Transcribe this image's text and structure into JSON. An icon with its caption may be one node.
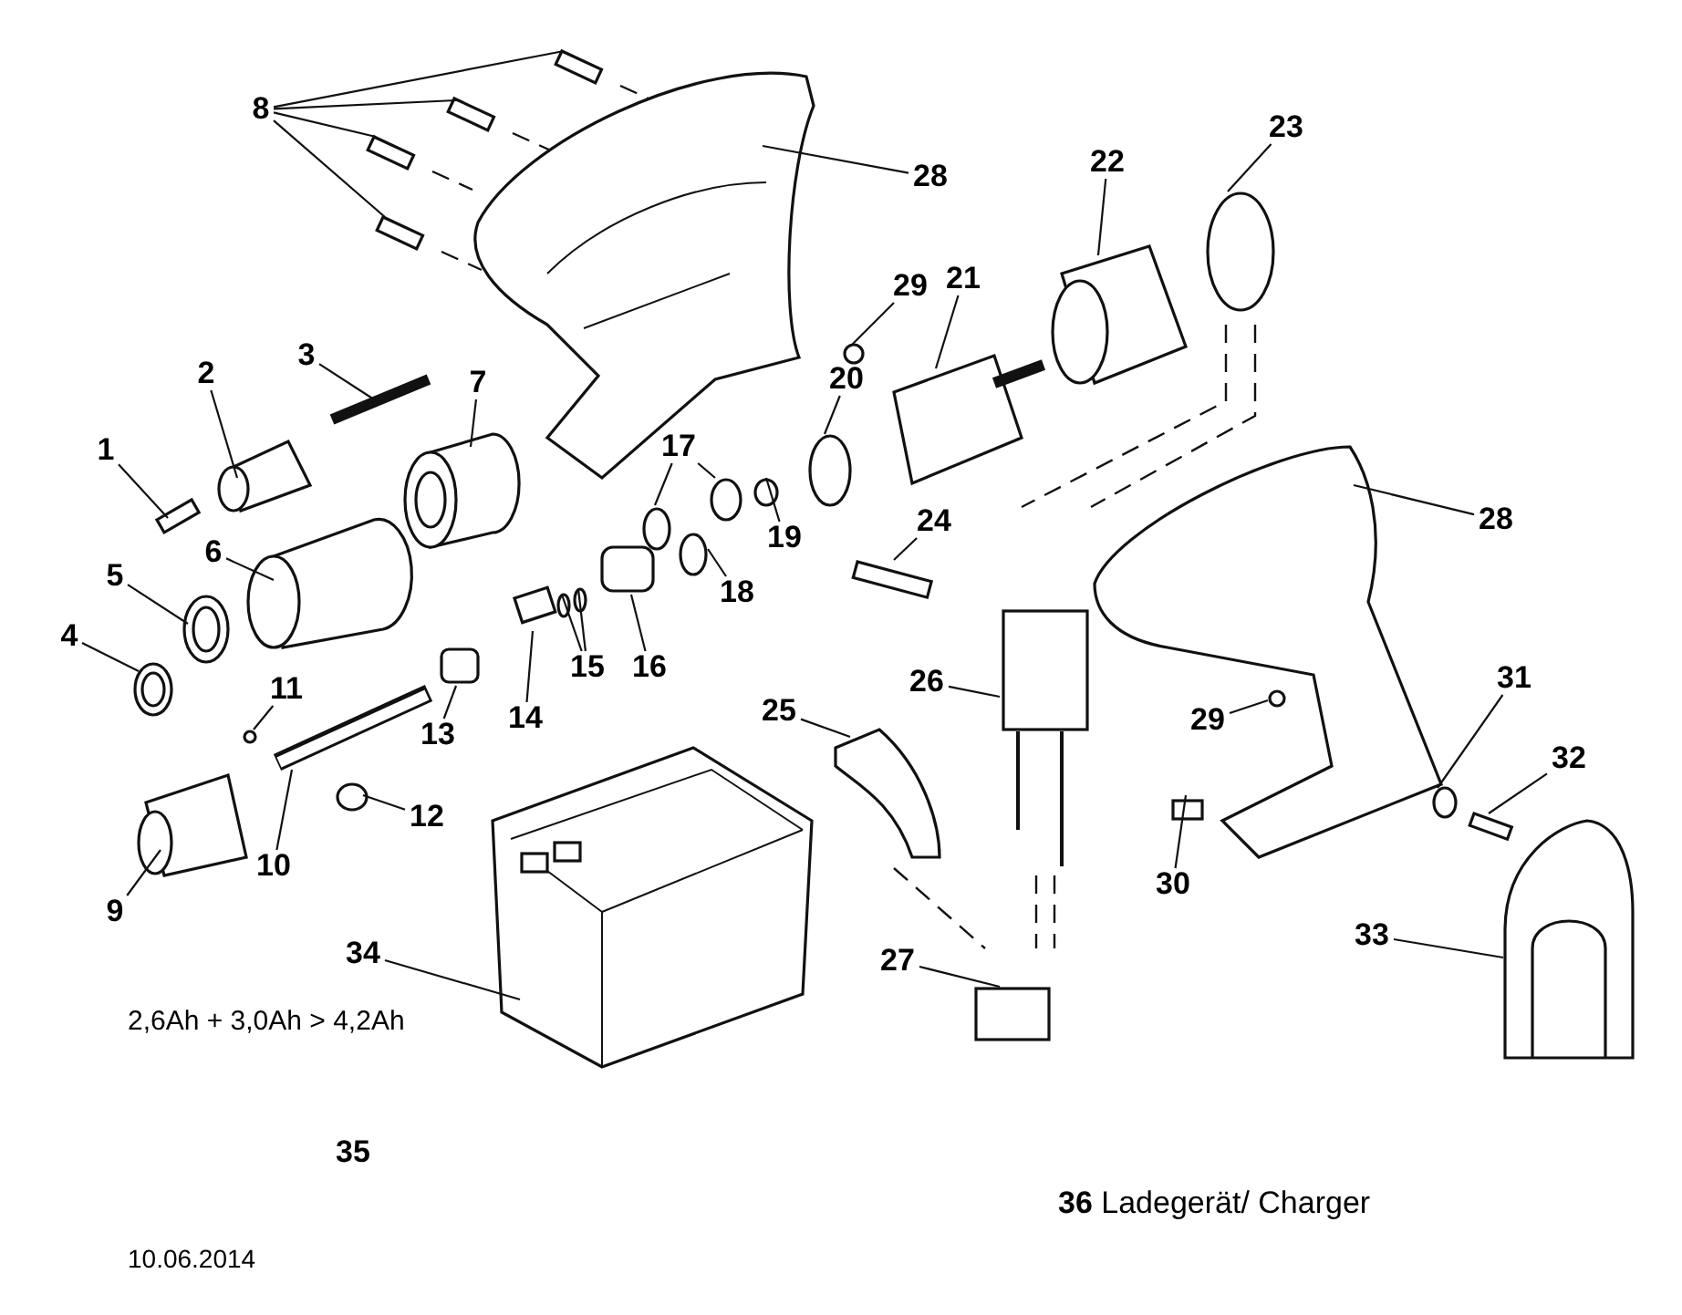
{
  "diagram": {
    "nodes": [
      {
        "text": [
          "1"
        ]
      },
      {
        "text": [
          "2"
        ]
      },
      {
        "text": [
          "3"
        ]
      },
      {
        "text": [
          "7"
        ]
      },
      {
        "text": [
          "8"
        ]
      },
      {
        "text": [
          "6"
        ]
      },
      {
        "text": [
          "5"
        ]
      },
      {
        "text": [
          "4"
        ]
      },
      {
        "text": [
          "11"
        ]
      },
      {
        "text": [
          "13"
        ]
      },
      {
        "text": [
          "14"
        ]
      },
      {
        "text": [
          "15"
        ]
      },
      {
        "text": [
          "16"
        ]
      },
      {
        "text": [
          "17"
        ]
      },
      {
        "text": [
          "18"
        ]
      },
      {
        "text": [
          "19"
        ]
      },
      {
        "text": [
          "20"
        ]
      },
      {
        "text": [
          "29"
        ]
      },
      {
        "text": [
          "21"
        ]
      },
      {
        "text": [
          "22"
        ]
      },
      {
        "text": [
          "23"
        ]
      },
      {
        "text": [
          "28"
        ]
      },
      {
        "text": [
          "24"
        ]
      },
      {
        "text": [
          "28"
        ]
      },
      {
        "text": [
          "26"
        ]
      },
      {
        "text": [
          "25"
        ]
      },
      {
        "text": [
          "29"
        ]
      },
      {
        "text": [
          "31"
        ]
      },
      {
        "text": [
          "32"
        ]
      },
      {
        "text": [
          "30"
        ]
      },
      {
        "text": [
          "12"
        ]
      },
      {
        "text": [
          "10"
        ]
      },
      {
        "text": [
          "9"
        ]
      },
      {
        "text": [
          "33"
        ]
      },
      {
        "text": [
          "27"
        ]
      },
      {
        "text": [
          "34"
        ]
      },
      {
        "text": [],
        "shape": "box"
      },
      {
        "text": [],
        "shape": "cylinder"
      },
      {
        "text": [],
        "shape": "picture"
      },
      {
        "text": [],
        "shape": "cylinder"
      },
      {
        "text": [],
        "shape": "box"
      },
      {
        "text": [],
        "shape": "box"
      },
      {
        "text": [],
        "shape": "box"
      },
      {
        "text": [],
        "shape": "box"
      },
      {
        "text": [],
        "shape": "cylinder"
      },
      {
        "text": [],
        "shape": "circle"
      },
      {
        "text": [],
        "shape": "circle"
      },
      {
        "text": [],
        "shape": "circle"
      },
      {
        "text": [],
        "shape": "box"
      },
      {
        "text": [],
        "shape": "box"
      },
      {
        "text": [],
        "shape": "circle"
      },
      {
        "text": [],
        "shape": "circle"
      },
      {
        "text": [],
        "shape": "box"
      },
      {
        "text": [],
        "shape": "circle"
      },
      {
        "text": [],
        "shape": "circle"
      },
      {
        "text": [],
        "shape": "circle"
      },
      {
        "text": [],
        "shape": "circle"
      },
      {
        "text": [],
        "shape": "circle"
      },
      {
        "text": [],
        "shape": "circle"
      },
      {
        "text": [],
        "shape": "picture"
      },
      {
        "text": [],
        "shape": "cylinder"
      },
      {
        "text": [],
        "shape": "circle"
      },
      {
        "text": [],
        "shape": "picture"
      },
      {
        "text": [],
        "shape": "box"
      },
      {
        "text": [],
        "shape": "picture"
      },
      {
        "text": [],
        "shape": "picture"
      },
      {
        "text": [],
        "shape": "picture"
      },
      {
        "text": [],
        "shape": "circle"
      },
      {
        "text": [],
        "shape": "circle"
      },
      {
        "text": [],
        "shape": "box"
      },
      {
        "text": [],
        "shape": "box"
      },
      {
        "text": [],
        "shape": "circle"
      },
      {
        "text": [],
        "shape": "picture"
      },
      {
        "text": [],
        "shape": "cylinder"
      },
      {
        "text": [],
        "shape": "picture"
      },
      {
        "text": [],
        "shape": "box"
      },
      {
        "text": [],
        "shape": "picture"
      }
    ],
    "edges": [
      {
        "from": 0,
        "to": 36,
        "arrow": "none"
      },
      {
        "from": 1,
        "to": 37,
        "arrow": "none"
      },
      {
        "from": 2,
        "to": 38,
        "arrow": "none"
      },
      {
        "from": 3,
        "to": 39,
        "arrow": "none"
      },
      {
        "from": 4,
        "to": 40,
        "arrow": "none"
      },
      {
        "from": 4,
        "to": 41,
        "arrow": "none"
      },
      {
        "from": 4,
        "to": 42,
        "arrow": "none"
      },
      {
        "from": 4,
        "to": 43,
        "arrow": "none"
      },
      {
        "from": 5,
        "to": 44,
        "arrow": "none"
      },
      {
        "from": 6,
        "to": 45,
        "arrow": "none"
      },
      {
        "from": 7,
        "to": 46,
        "arrow": "none"
      },
      {
        "from": 8,
        "to": 47,
        "arrow": "none"
      },
      {
        "from": 9,
        "to": 48,
        "arrow": "none"
      },
      {
        "from": 10,
        "to": 49,
        "arrow": "none"
      },
      {
        "from": 11,
        "to": 50,
        "arrow": "none"
      },
      {
        "from": 11,
        "to": 51,
        "arrow": "none"
      },
      {
        "from": 12,
        "to": 52,
        "arrow": "none"
      },
      {
        "from": 13,
        "to": 53,
        "arrow": "none"
      },
      {
        "from": 13,
        "to": 54,
        "arrow": "none"
      },
      {
        "from": 14,
        "to": 55,
        "arrow": "none"
      },
      {
        "from": 15,
        "to": 56,
        "arrow": "none"
      },
      {
        "from": 16,
        "to": 57,
        "arrow": "none"
      },
      {
        "from": 17,
        "to": 58,
        "arrow": "none"
      },
      {
        "from": 18,
        "to": 59,
        "arrow": "none"
      },
      {
        "from": 19,
        "to": 60,
        "arrow": "none"
      },
      {
        "from": 20,
        "to": 61,
        "arrow": "none"
      },
      {
        "from": 21,
        "to": 62,
        "arrow": "none"
      },
      {
        "from": 22,
        "to": 63,
        "arrow": "none"
      },
      {
        "from": 23,
        "to": 64,
        "arrow": "none"
      },
      {
        "from": 24,
        "to": 65,
        "arrow": "none"
      },
      {
        "from": 25,
        "to": 66,
        "arrow": "none"
      },
      {
        "from": 26,
        "to": 67,
        "arrow": "none"
      },
      {
        "from": 27,
        "to": 68,
        "arrow": "none"
      },
      {
        "from": 28,
        "to": 69,
        "arrow": "none"
      },
      {
        "from": 29,
        "to": 70,
        "arrow": "none"
      },
      {
        "from": 30,
        "to": 71,
        "arrow": "none"
      },
      {
        "from": 31,
        "to": 72,
        "arrow": "none"
      },
      {
        "from": 32,
        "to": 73,
        "arrow": "none"
      },
      {
        "from": 33,
        "to": 74,
        "arrow": "none"
      },
      {
        "from": 34,
        "to": 75,
        "arrow": "none"
      },
      {
        "from": 35,
        "to": 76,
        "arrow": "none"
      }
    ],
    "labels": [
      "2,6Ah + 3,0Ah > 4,2Ah",
      "35",
      "**36** Ladegerät/ Charger",
      "10.06.2014"
    ]
  }
}
